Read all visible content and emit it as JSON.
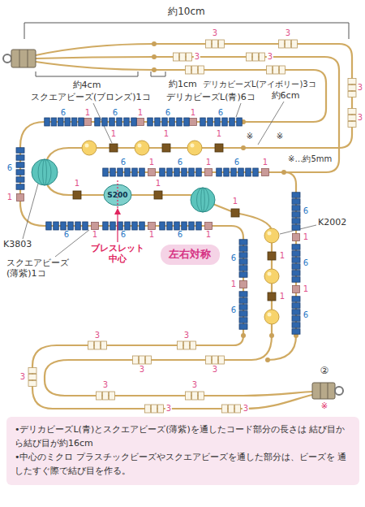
{
  "diagram": {
    "nodes": [
      {
        "text": [
          "左右対称"
        ]
      },
      {
        "text": [
          "•デリカビーズL(青)とスクエアビーズ(薄紫)を通したコード部分の長さは 結び目から結び目が約16cm",
          "•中心のミクロ プラスチックビーズやスクエアビーズを通した部分は、ビーズを 通したすぐ際で結び目を作る。"
        ]
      }
    ],
    "labels": [
      "約10cm",
      "約4cm",
      "約1cm",
      "デリカビーズL(アイボリー)3コ",
      "約6cm",
      "※",
      "※",
      "※…約5mm",
      "スクエアビーズ(ブロンズ)1コ",
      "デリカビーズL(青)6コ",
      "S200",
      "K3803",
      "スクエアビーズ(薄紫)1コ",
      "ブレスレット中心",
      "K2002",
      "②",
      "※",
      "3",
      "3",
      "3",
      "3",
      "3",
      "3",
      "6",
      "1",
      "6",
      "1",
      "6",
      "1",
      "6",
      "6",
      "1",
      "6",
      "1",
      "6",
      "1",
      "6",
      "1",
      "6",
      "1",
      "6",
      "6",
      "1",
      "6",
      "1",
      "6",
      "1",
      "6",
      "1",
      "6",
      "1",
      "6",
      "1",
      "1",
      "1",
      "1",
      "1",
      "1",
      "1",
      "1",
      "3",
      "3",
      "3",
      "3",
      "3",
      "3",
      "3",
      "3",
      "3"
    ]
  }
}
